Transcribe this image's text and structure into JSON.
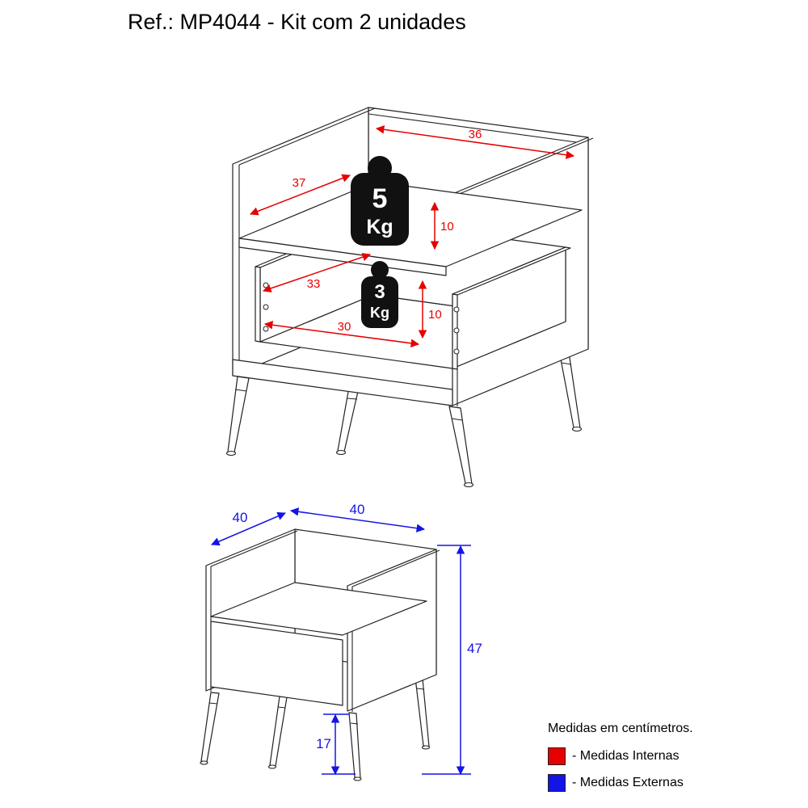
{
  "title": "Ref.: MP4044 - Kit com 2 unidades",
  "colors": {
    "internal": "#e60000",
    "external": "#1414e6",
    "line": "#222222",
    "weight_tag": "#111111"
  },
  "top_diagram": {
    "dimensions": {
      "top_back_width": "36",
      "shelf_depth": "37",
      "top_right_height": "10",
      "drawer_depth": "33",
      "drawer_width": "30",
      "drawer_height": "10"
    },
    "weights": {
      "shelf": {
        "value": "5",
        "unit": "Kg"
      },
      "drawer": {
        "value": "3",
        "unit": "Kg"
      }
    }
  },
  "bottom_diagram": {
    "dimensions": {
      "depth": "40",
      "width": "40",
      "height": "47",
      "legs_height": "17"
    }
  },
  "legend": {
    "title": "Medidas em centímetros.",
    "items": [
      {
        "label": "- Medidas Internas",
        "color": "#e60000"
      },
      {
        "label": "- Medidas Externas",
        "color": "#1414e6"
      }
    ]
  }
}
